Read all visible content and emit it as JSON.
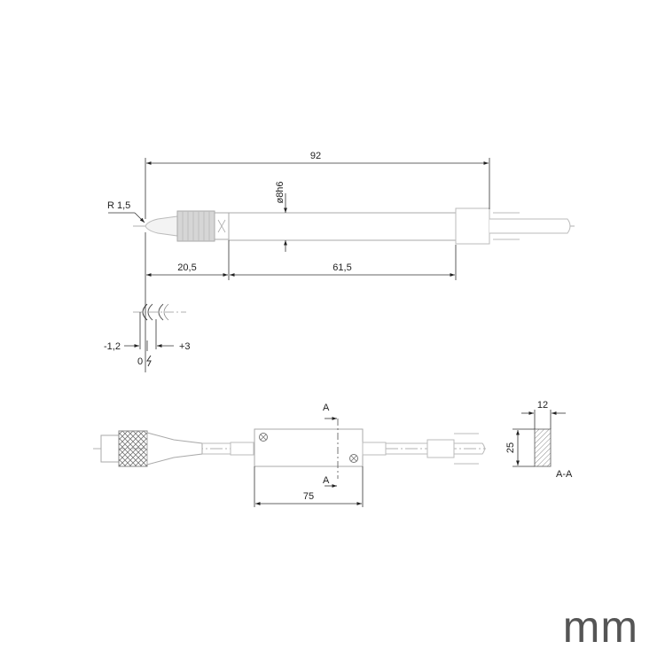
{
  "probe": {
    "dim_length": "92",
    "dim_diameter": "ø8h6",
    "dim_radius": "R 1,5",
    "dim_tip": "20,5",
    "dim_body": "61,5",
    "stroke_minus": "-1,2",
    "stroke_zero": "0",
    "stroke_plus": "+3"
  },
  "interface": {
    "section_label_top": "A",
    "section_label_bottom": "A",
    "dim_length": "75"
  },
  "section": {
    "dim_width": "12",
    "dim_height": "25",
    "label": "A-A"
  },
  "unit": "mm"
}
